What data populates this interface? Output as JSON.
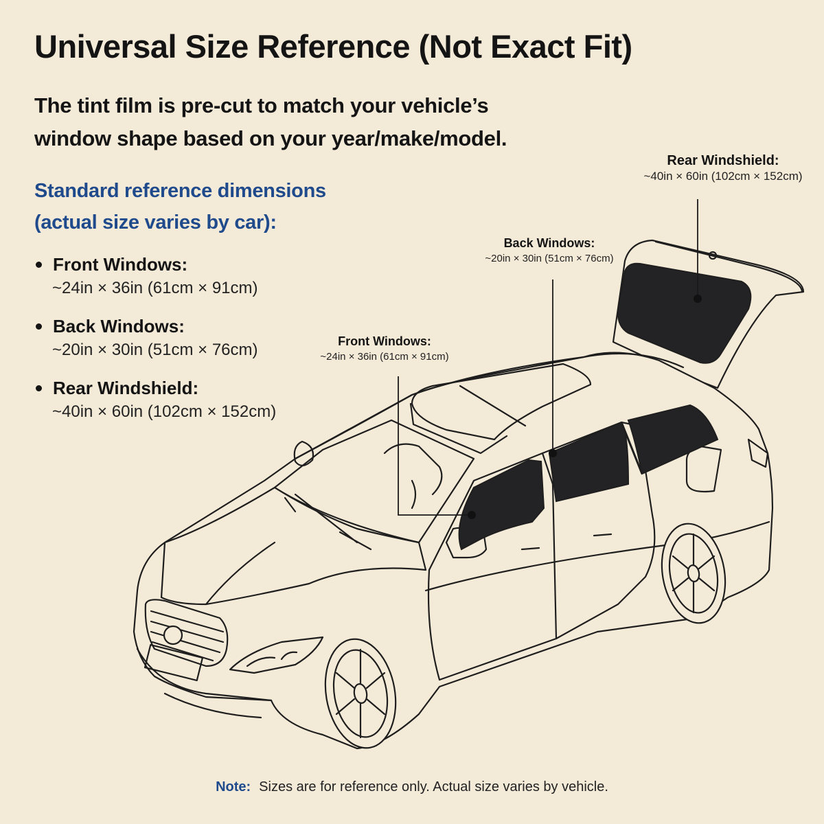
{
  "header": {
    "title": "Universal Size Reference (Not Exact Fit)",
    "subtitle_line1": "The tint film is pre-cut to match your vehicle’s",
    "subtitle_line2": "window shape based on your year/make/model."
  },
  "standard": {
    "heading_line1": "Standard reference dimensions",
    "heading_line2": "(actual size varies by car):",
    "items": [
      {
        "name": "Front Windows:",
        "dims": "~24in × 36in (61cm × 91cm)"
      },
      {
        "name": "Back Windows:",
        "dims": "~20in × 30in (51cm × 76cm)"
      },
      {
        "name": "Rear Windshield:",
        "dims": "~40in × 60in (102cm × 152cm)"
      }
    ]
  },
  "callouts": {
    "front": {
      "name": "Front Windows:",
      "dims": "~24in × 36in (61cm × 91cm)"
    },
    "back": {
      "name": "Back Windows:",
      "dims": "~20in × 30in (51cm × 76cm)"
    },
    "rear": {
      "name": "Rear Windshield:",
      "dims": "~40in × 60in (102cm × 152cm)"
    }
  },
  "note": {
    "label": "Note:",
    "text": "Sizes are for reference only. Actual size varies by vehicle."
  },
  "colors": {
    "background": "#f4ead8",
    "heading_blue": "#1f4a8c",
    "tint_film": "#232325",
    "outline": "#1e1e1e"
  },
  "icons": [
    "car-illustration",
    "bullet-dot"
  ]
}
